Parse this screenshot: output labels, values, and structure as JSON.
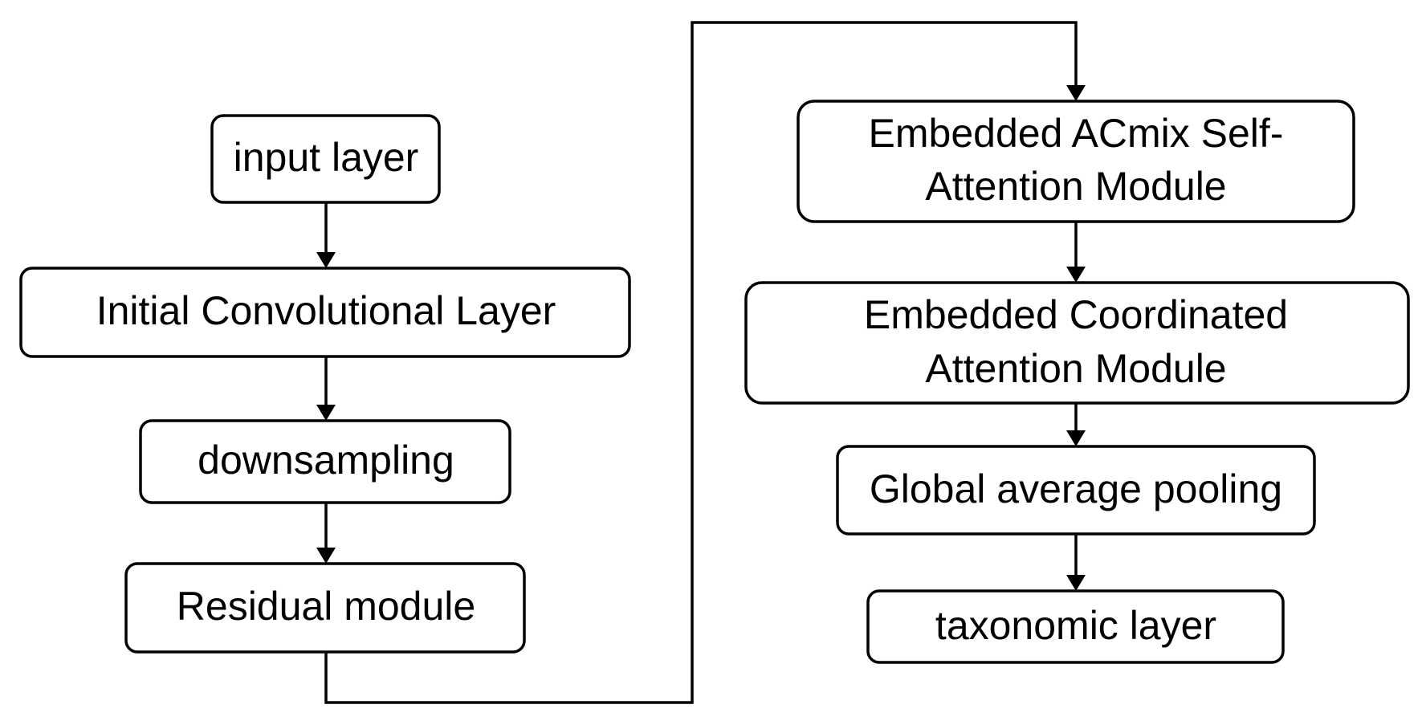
{
  "nodes": {
    "input_layer": "input layer",
    "initial_conv": "Initial Convolutional Layer",
    "downsampling": "downsampling",
    "residual": "Residual module",
    "acmix": [
      "Embedded ACmix Self-",
      "Attention Module"
    ],
    "coordinated": [
      "Embedded Coordinated",
      "Attention Module"
    ],
    "gap": "Global average pooling",
    "taxonomic": "taxonomic layer"
  },
  "colors": {
    "stroke": "#000000",
    "fill": "#ffffff",
    "text": "#000000"
  }
}
